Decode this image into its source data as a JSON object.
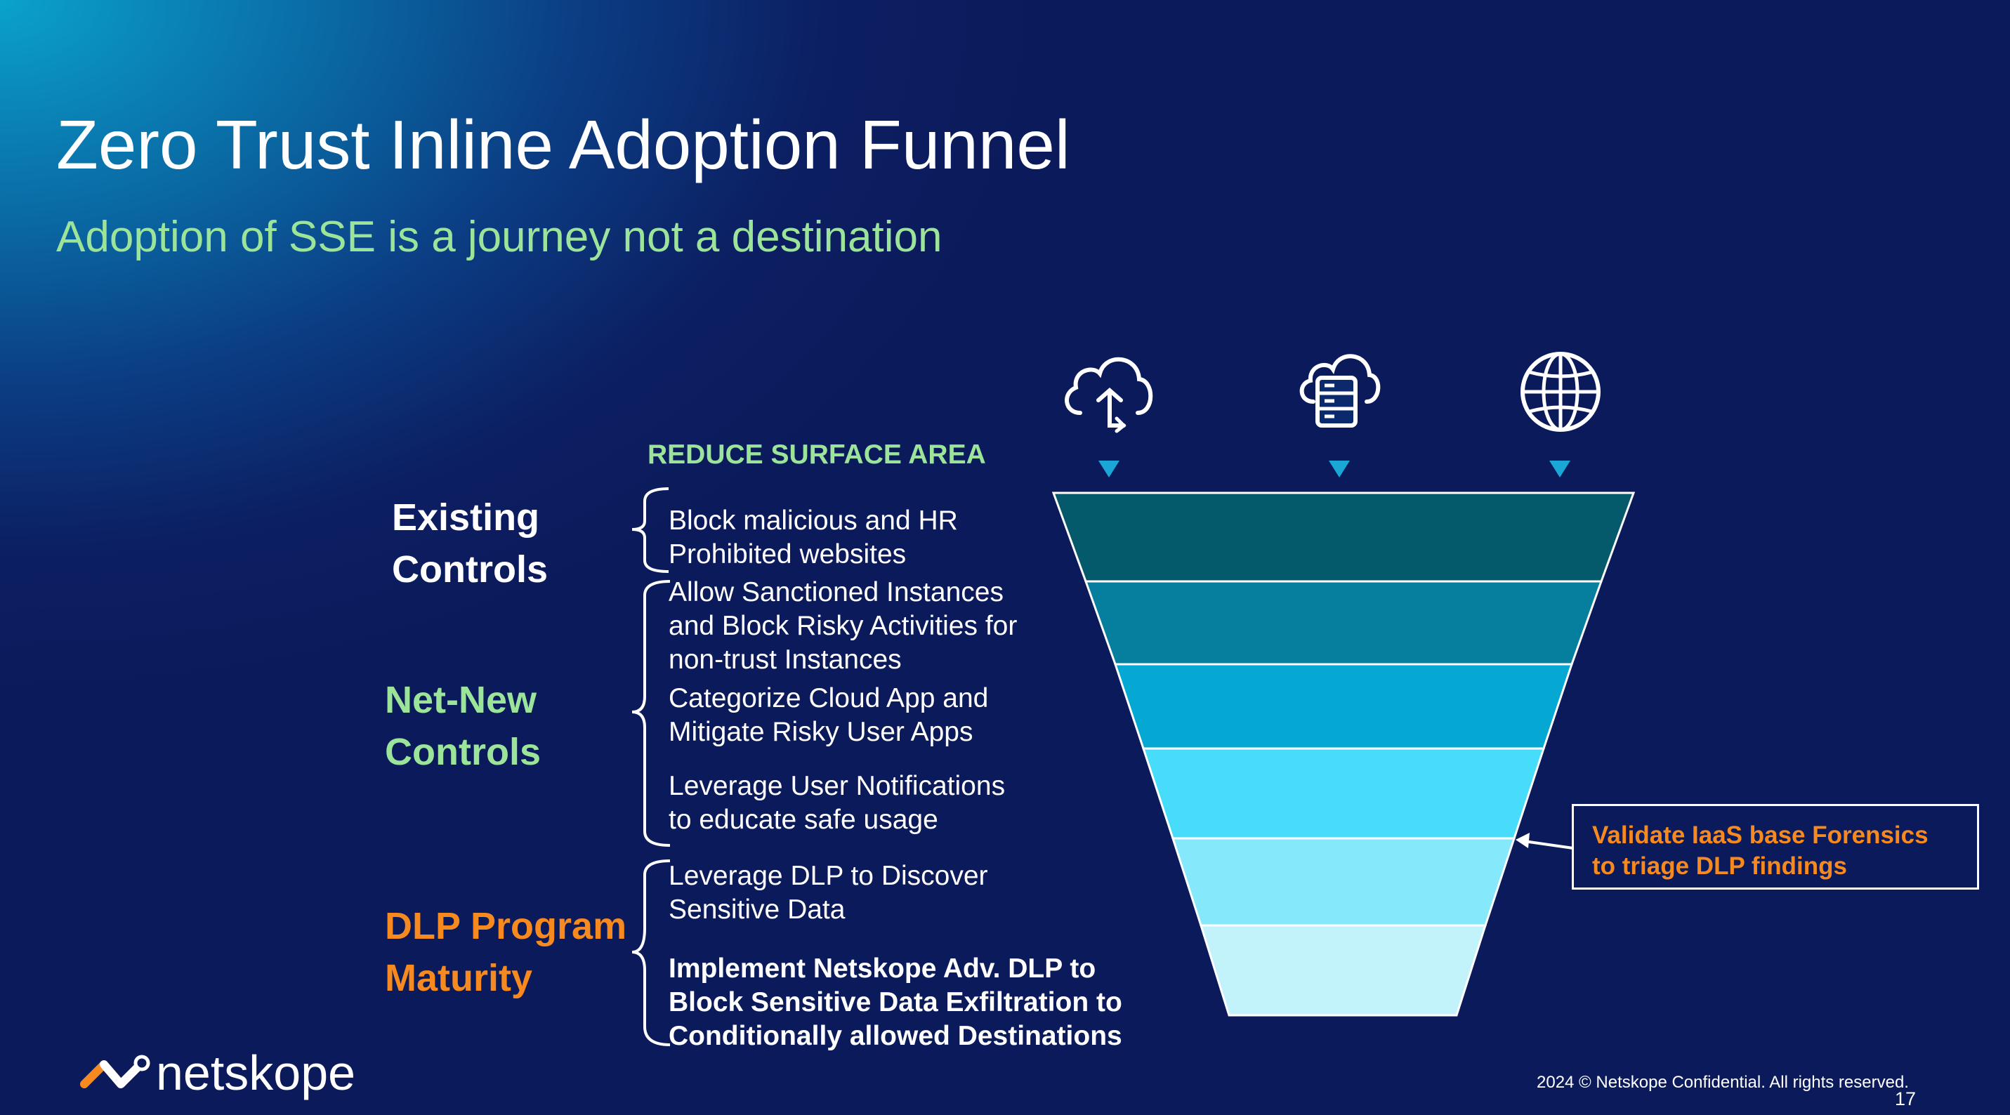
{
  "title": "Zero Trust Inline Adoption Funnel",
  "subtitle": "Adoption of SSE is a journey not a destination",
  "funnel_header": "REDUCE SURFACE AREA",
  "groups": {
    "existing": {
      "line1": "Existing",
      "line2": "Controls"
    },
    "netnew": {
      "line1": "Net-New",
      "line2": "Controls"
    },
    "dlp": {
      "line1": "DLP Program",
      "line2": "Maturity"
    }
  },
  "steps": {
    "s1": {
      "l1": "Block malicious and HR",
      "l2": "Prohibited websites"
    },
    "s2": {
      "l1": "Allow Sanctioned Instances",
      "l2": "and Block Risky Activities for",
      "l3": "non-trust Instances"
    },
    "s3": {
      "l1": "Categorize Cloud App and",
      "l2": "Mitigate Risky User Apps"
    },
    "s4": {
      "l1": "Leverage User Notifications",
      "l2": "to educate safe usage"
    },
    "s5": {
      "l1": "Leverage DLP to Discover",
      "l2": "Sensitive Data"
    },
    "s6": {
      "l1": "Implement Netskope Adv. DLP to",
      "l2": "Block Sensitive Data Exfiltration to",
      "l3": "Conditionally allowed Destinations"
    }
  },
  "callout": {
    "l1": "Validate IaaS base Forensics",
    "l2": "to triage DLP findings"
  },
  "icons": [
    "cloud-sync-icon",
    "cloud-server-icon",
    "globe-icon"
  ],
  "funnel_colors": [
    "#045a6b",
    "#067f9e",
    "#05a8d2",
    "#48dcfb",
    "#86e9fb",
    "#c2f3fb"
  ],
  "colors": {
    "green": "#9be49a",
    "orange": "#f6891f",
    "arrow": "#1aa7d6"
  },
  "logo_text": "netskope",
  "footer": "2024 © Netskope Confidential. All rights reserved.",
  "page_number": "17"
}
